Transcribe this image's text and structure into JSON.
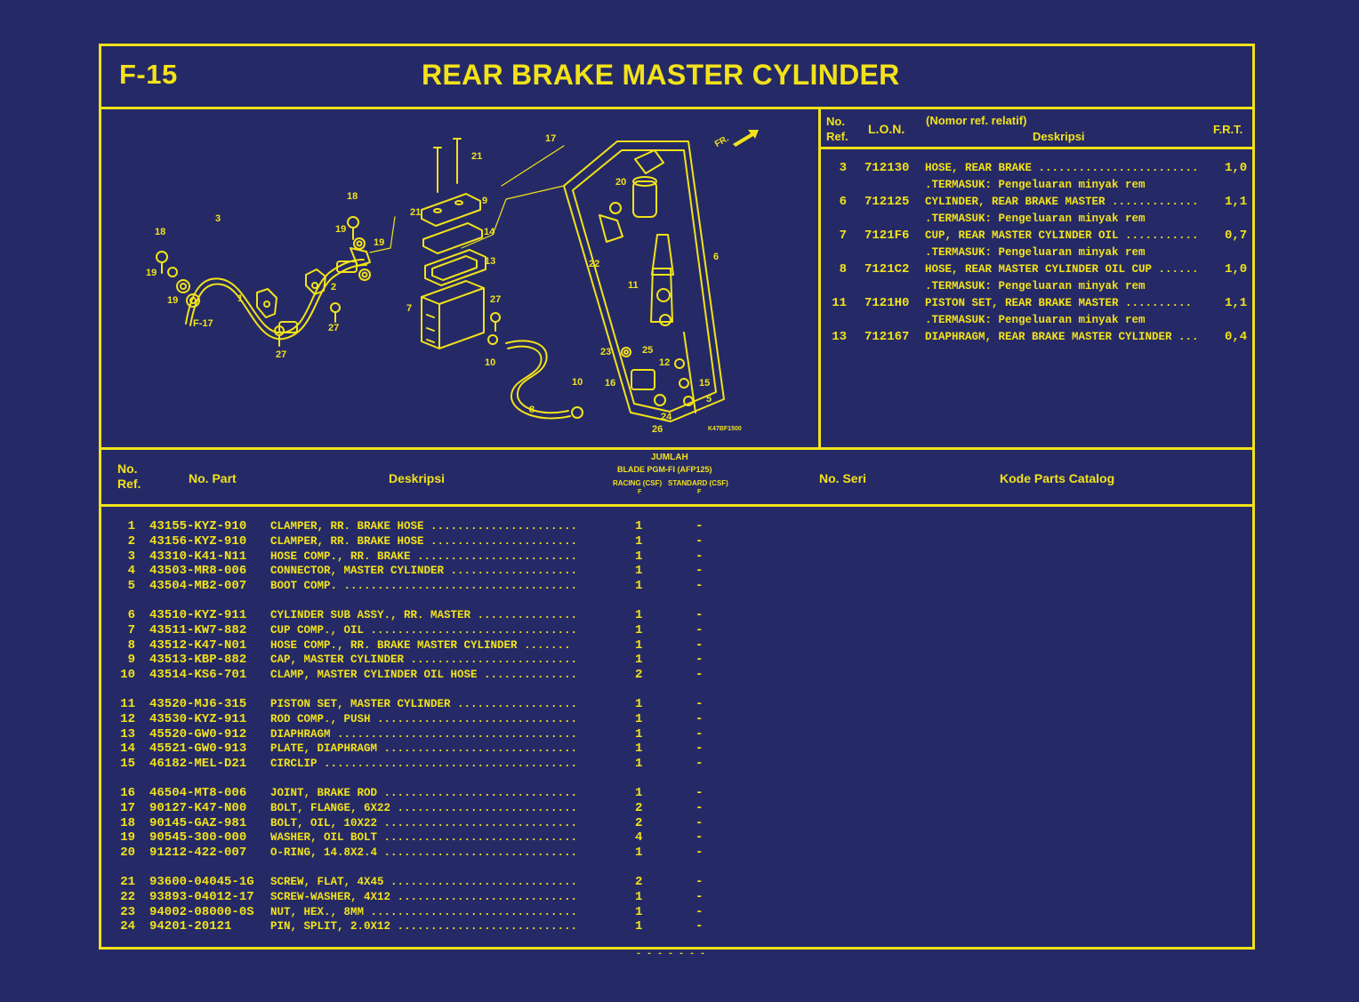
{
  "header": {
    "figure_code": "F-15",
    "title": "REAR BRAKE MASTER CYLINDER"
  },
  "frt_table": {
    "headers": {
      "no_ref": "No.\nRef.",
      "lon": "L.O.N.",
      "relative_note": "(Nomor ref. relatif)",
      "description": "Deskripsi",
      "frt": "F.R.T."
    },
    "rows": [
      {
        "ref": "3",
        "lon": "712130",
        "desc": "HOSE, REAR BRAKE ........................",
        "frt": "1,0",
        "note": ".TERMASUK: Pengeluaran minyak rem"
      },
      {
        "ref": "6",
        "lon": "712125",
        "desc": "CYLINDER, REAR BRAKE MASTER .............",
        "frt": "1,1",
        "note": ".TERMASUK: Pengeluaran minyak rem"
      },
      {
        "ref": "7",
        "lon": "7121F6",
        "desc": "CUP, REAR MASTER CYLINDER OIL ...........",
        "frt": "0,7",
        "note": ".TERMASUK: Pengeluaran minyak rem"
      },
      {
        "ref": "8",
        "lon": "7121C2",
        "desc": "HOSE, REAR MASTER CYLINDER OIL CUP ......",
        "frt": "1,0",
        "note": ".TERMASUK: Pengeluaran minyak rem"
      },
      {
        "ref": "11",
        "lon": "7121H0",
        "desc": "PISTON SET, REAR BRAKE MASTER ..........",
        "frt": "1,1",
        "note": ".TERMASUK: Pengeluaran minyak rem"
      },
      {
        "ref": "13",
        "lon": "712167",
        "desc": "DIAPHRAGM, REAR BRAKE MASTER CYLINDER ...",
        "frt": "0,4",
        "note": ""
      }
    ]
  },
  "diagram": {
    "ref_label": "F-17",
    "drawing_code": "K47BF1500",
    "direction_label": "FR.",
    "callouts": [
      "1",
      "2",
      "3",
      "5",
      "6",
      "7",
      "8",
      "9",
      "10",
      "10",
      "11",
      "12",
      "13",
      "14",
      "15",
      "16",
      "17",
      "18",
      "18",
      "19",
      "19",
      "19",
      "19",
      "20",
      "21",
      "21",
      "22",
      "23",
      "24",
      "25",
      "26",
      "27",
      "27",
      "27"
    ]
  },
  "parts_table": {
    "headers": {
      "no_ref": "No.\nRef.",
      "no_part": "No. Part",
      "description": "Deskripsi",
      "jumlah": "JUMLAH",
      "model": "BLADE PGM-FI (AFP125)",
      "racing": "RACING (CSF)",
      "standard": "STANDARD (CSF)",
      "racing_sub": "F",
      "standard_sub": "F",
      "no_seri": "No. Seri",
      "kode": "Kode Parts Catalog"
    },
    "groups": [
      [
        {
          "ref": "1",
          "part": "43155-KYZ-910",
          "desc": "CLAMPER, RR. BRAKE HOSE ......................",
          "qty_r": "1",
          "qty_s": "-"
        },
        {
          "ref": "2",
          "part": "43156-KYZ-910",
          "desc": "CLAMPER, RR. BRAKE HOSE ......................",
          "qty_r": "1",
          "qty_s": "-"
        },
        {
          "ref": "3",
          "part": "43310-K41-N11",
          "desc": "HOSE COMP., RR. BRAKE ........................",
          "qty_r": "1",
          "qty_s": "-"
        },
        {
          "ref": "4",
          "part": "43503-MR8-006",
          "desc": "CONNECTOR, MASTER CYLINDER ...................",
          "qty_r": "1",
          "qty_s": "-"
        },
        {
          "ref": "5",
          "part": "43504-MB2-007",
          "desc": "BOOT COMP. ...................................",
          "qty_r": "1",
          "qty_s": "-"
        }
      ],
      [
        {
          "ref": "6",
          "part": "43510-KYZ-911",
          "desc": "CYLINDER SUB ASSY., RR. MASTER ...............",
          "qty_r": "1",
          "qty_s": "-"
        },
        {
          "ref": "7",
          "part": "43511-KW7-882",
          "desc": "CUP COMP., OIL ...............................",
          "qty_r": "1",
          "qty_s": "-"
        },
        {
          "ref": "8",
          "part": "43512-K47-N01",
          "desc": "HOSE COMP., RR. BRAKE MASTER CYLINDER .......",
          "qty_r": "1",
          "qty_s": "-"
        },
        {
          "ref": "9",
          "part": "43513-KBP-882",
          "desc": "CAP, MASTER CYLINDER .........................",
          "qty_r": "1",
          "qty_s": "-"
        },
        {
          "ref": "10",
          "part": "43514-KS6-701",
          "desc": "CLAMP, MASTER CYLINDER OIL HOSE ..............",
          "qty_r": "2",
          "qty_s": "-"
        }
      ],
      [
        {
          "ref": "11",
          "part": "43520-MJ6-315",
          "desc": "PISTON SET, MASTER CYLINDER ..................",
          "qty_r": "1",
          "qty_s": "-"
        },
        {
          "ref": "12",
          "part": "43530-KYZ-911",
          "desc": "ROD COMP., PUSH ..............................",
          "qty_r": "1",
          "qty_s": "-"
        },
        {
          "ref": "13",
          "part": "45520-GW0-912",
          "desc": "DIAPHRAGM ....................................",
          "qty_r": "1",
          "qty_s": "-"
        },
        {
          "ref": "14",
          "part": "45521-GW0-913",
          "desc": "PLATE, DIAPHRAGM .............................",
          "qty_r": "1",
          "qty_s": "-"
        },
        {
          "ref": "15",
          "part": "46182-MEL-D21",
          "desc": "CIRCLIP ......................................",
          "qty_r": "1",
          "qty_s": "-"
        }
      ],
      [
        {
          "ref": "16",
          "part": "46504-MT8-006",
          "desc": "JOINT, BRAKE ROD .............................",
          "qty_r": "1",
          "qty_s": "-"
        },
        {
          "ref": "17",
          "part": "90127-K47-N00",
          "desc": "BOLT, FLANGE, 6X22 ...........................",
          "qty_r": "2",
          "qty_s": "-"
        },
        {
          "ref": "18",
          "part": "90145-GAZ-981",
          "desc": "BOLT, OIL, 10X22 .............................",
          "qty_r": "2",
          "qty_s": "-"
        },
        {
          "ref": "19",
          "part": "90545-300-000",
          "desc": "WASHER, OIL BOLT .............................",
          "qty_r": "4",
          "qty_s": "-"
        },
        {
          "ref": "20",
          "part": "91212-422-007",
          "desc": "O-RING, 14.8X2.4 .............................",
          "qty_r": "1",
          "qty_s": "-"
        }
      ],
      [
        {
          "ref": "21",
          "part": "93600-04045-1G",
          "desc": "SCREW, FLAT, 4X45 ............................",
          "qty_r": "2",
          "qty_s": "-"
        },
        {
          "ref": "22",
          "part": "93893-04012-17",
          "desc": "SCREW-WASHER, 4X12 ...........................",
          "qty_r": "1",
          "qty_s": "-"
        },
        {
          "ref": "23",
          "part": "94002-08000-0S",
          "desc": "NUT, HEX., 8MM ...............................",
          "qty_r": "1",
          "qty_s": "-"
        },
        {
          "ref": "24",
          "part": "94201-20121",
          "desc": "PIN, SPLIT, 2.0X12 ...........................",
          "qty_r": "1",
          "qty_s": "-"
        }
      ]
    ]
  },
  "footer": {
    "fragment": "- - - - - - -"
  },
  "colors": {
    "background": "#252a66",
    "foreground": "#f2e21a"
  }
}
